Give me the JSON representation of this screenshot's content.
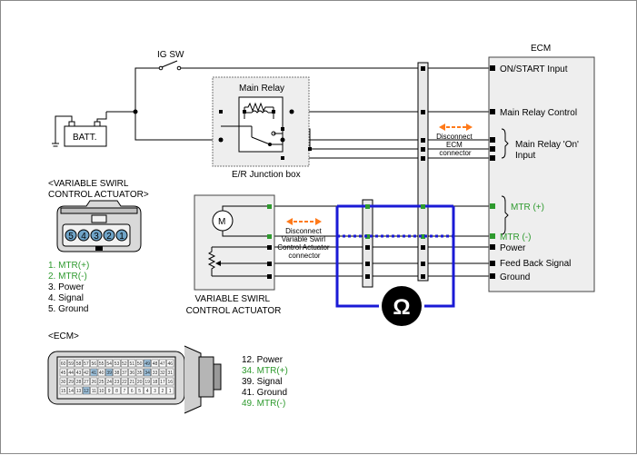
{
  "labels": {
    "ig_sw": "IG SW",
    "batt": "BATT.",
    "main_relay": "Main Relay",
    "junction_box": "E/R Junction box",
    "ecm_title": "ECM",
    "disconnect_ecm": [
      "Disconnect",
      "ECM",
      "connector"
    ],
    "disconnect_actuator": [
      "Disconnect",
      "Variable Swirl",
      "Control Actuator",
      "connector"
    ],
    "actuator_box": [
      "VARIABLE SWIRL",
      "CONTROL ACTUATOR"
    ],
    "motor": "M",
    "ohm": "Ω"
  },
  "ecm_pins": {
    "on_start": "ON/START Input",
    "main_relay_control": "Main Relay Control",
    "main_relay_on": [
      "Main Relay 'On'",
      "Input"
    ],
    "mtr_pos": "MTR (+)",
    "mtr_neg": "MTR (-)",
    "power": "Power",
    "feedback": "Feed Back Signal",
    "ground": "Ground"
  },
  "actuator_connector": {
    "title": [
      "<VARIABLE SWIRL",
      "CONTROL ACTUATOR>"
    ],
    "pins": [
      "5",
      "4",
      "3",
      "2",
      "1"
    ],
    "legend": [
      {
        "text": "1. MTR(+)",
        "highlight": true
      },
      {
        "text": "2. MTR(-)",
        "highlight": true
      },
      {
        "text": "3. Power",
        "highlight": false
      },
      {
        "text": "4. Signal",
        "highlight": false
      },
      {
        "text": "5. Ground",
        "highlight": false
      }
    ]
  },
  "ecm_connector": {
    "title": "<ECM>",
    "legend": [
      {
        "text": "12. Power",
        "highlight": false
      },
      {
        "text": "34. MTR(+)",
        "highlight": true
      },
      {
        "text": "39. Signal",
        "highlight": false
      },
      {
        "text": "41. Ground",
        "highlight": false
      },
      {
        "text": "49. MTR(-)",
        "highlight": true
      }
    ],
    "row1": [
      "60",
      "59",
      "58",
      "57",
      "56",
      "55",
      "54",
      "53",
      "52",
      "51",
      "50",
      "49",
      "48",
      "47",
      "46"
    ],
    "row2": [
      "45",
      "44",
      "43",
      "42",
      "41",
      "40",
      "39",
      "38",
      "37",
      "36",
      "35",
      "34",
      "33",
      "32",
      "31"
    ],
    "row3": [
      "30",
      "29",
      "28",
      "27",
      "26",
      "25",
      "24",
      "23",
      "22",
      "21",
      "20",
      "19",
      "18",
      "17",
      "16"
    ],
    "row4": [
      "15",
      "14",
      "13",
      "12",
      "11",
      "10",
      "9",
      "8",
      "7",
      "6",
      "5",
      "4",
      "3",
      "2",
      "1"
    ]
  },
  "colors": {
    "wire": "#000000",
    "highlight": "#2e9a2e",
    "meter": "#1a1ad6",
    "arrow": "#ff7a1a",
    "bar_fill": "#e9e9e9",
    "box_fill": "#eeeeee"
  }
}
